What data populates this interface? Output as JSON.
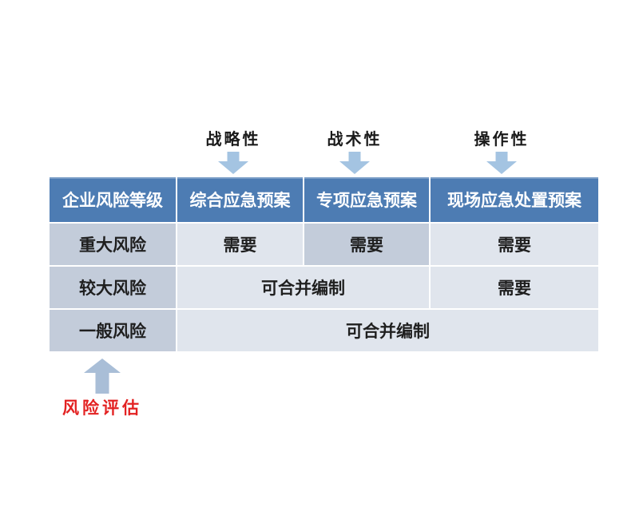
{
  "top_labels": [
    {
      "text": "战略性"
    },
    {
      "text": "战术性"
    },
    {
      "text": "操作性"
    }
  ],
  "table": {
    "header": [
      "企业风险等级",
      "综合应急预案",
      "专项应急预案",
      "现场应急处置预案"
    ],
    "rows": [
      {
        "level": "重大风险",
        "cells": [
          "需要",
          "需要",
          "需要"
        ]
      },
      {
        "level": "较大风险",
        "merged": "可合并编制",
        "cells": [
          "需要"
        ]
      },
      {
        "level": "一般风险",
        "merged": "可合并编制"
      }
    ]
  },
  "bottom_label": {
    "text": "风险评估"
  },
  "colors": {
    "header_bg": "#4d7cb3",
    "header_text": "#ffffff",
    "dark_cell_bg": "#c3ccda",
    "light_cell_bg": "#e0e5ed",
    "down_arrow": "#a4c4e2",
    "up_arrow": "#a9bed7",
    "annotation_red": "#e32222",
    "body_text": "#1f1f1f"
  }
}
